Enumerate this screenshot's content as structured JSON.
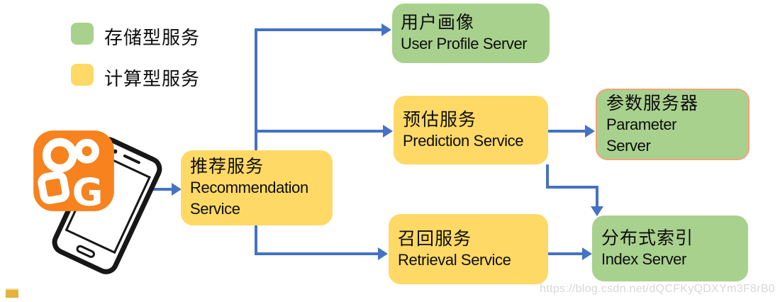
{
  "legend": {
    "items": [
      {
        "label": "存储型服务",
        "color": "#a9d18e",
        "meaning": "storage-type service"
      },
      {
        "label": "计算型服务",
        "color": "#ffd966",
        "meaning": "compute-type service"
      }
    ]
  },
  "nodes": {
    "recommendation": {
      "cn": "推荐服务",
      "en": "Recommendation Service",
      "type": "compute"
    },
    "user_profile": {
      "cn": "用户画像",
      "en": "User Profile Server",
      "type": "storage"
    },
    "prediction": {
      "cn": "预估服务",
      "en": "Prediction Service",
      "type": "compute"
    },
    "parameter": {
      "cn": "参数服务器",
      "en": "Parameter Server",
      "type": "storage"
    },
    "retrieval": {
      "cn": "召回服务",
      "en": "Retrieval Service",
      "type": "compute"
    },
    "index": {
      "cn": "分布式索引",
      "en": "Index Server",
      "type": "storage"
    }
  },
  "edges": [
    {
      "from": "client-phone",
      "to": "recommendation"
    },
    {
      "from": "recommendation",
      "to": "user_profile"
    },
    {
      "from": "recommendation",
      "to": "prediction"
    },
    {
      "from": "recommendation",
      "to": "retrieval"
    },
    {
      "from": "prediction",
      "to": "parameter"
    },
    {
      "from": "prediction",
      "to": "index"
    },
    {
      "from": "retrieval",
      "to": "index"
    }
  ],
  "icons": {
    "client": "kuaishou-app-logo-on-smartphone"
  },
  "colors": {
    "storage_box": "#a9d18e",
    "compute_box": "#ffd966",
    "arrow": "#4472c4",
    "parameter_box_border": "#f2a477",
    "kuaishou_orange": "#f7821e"
  },
  "watermark": "https://blog.csdn.net/dQCFKyQDXYm3F8rB0"
}
